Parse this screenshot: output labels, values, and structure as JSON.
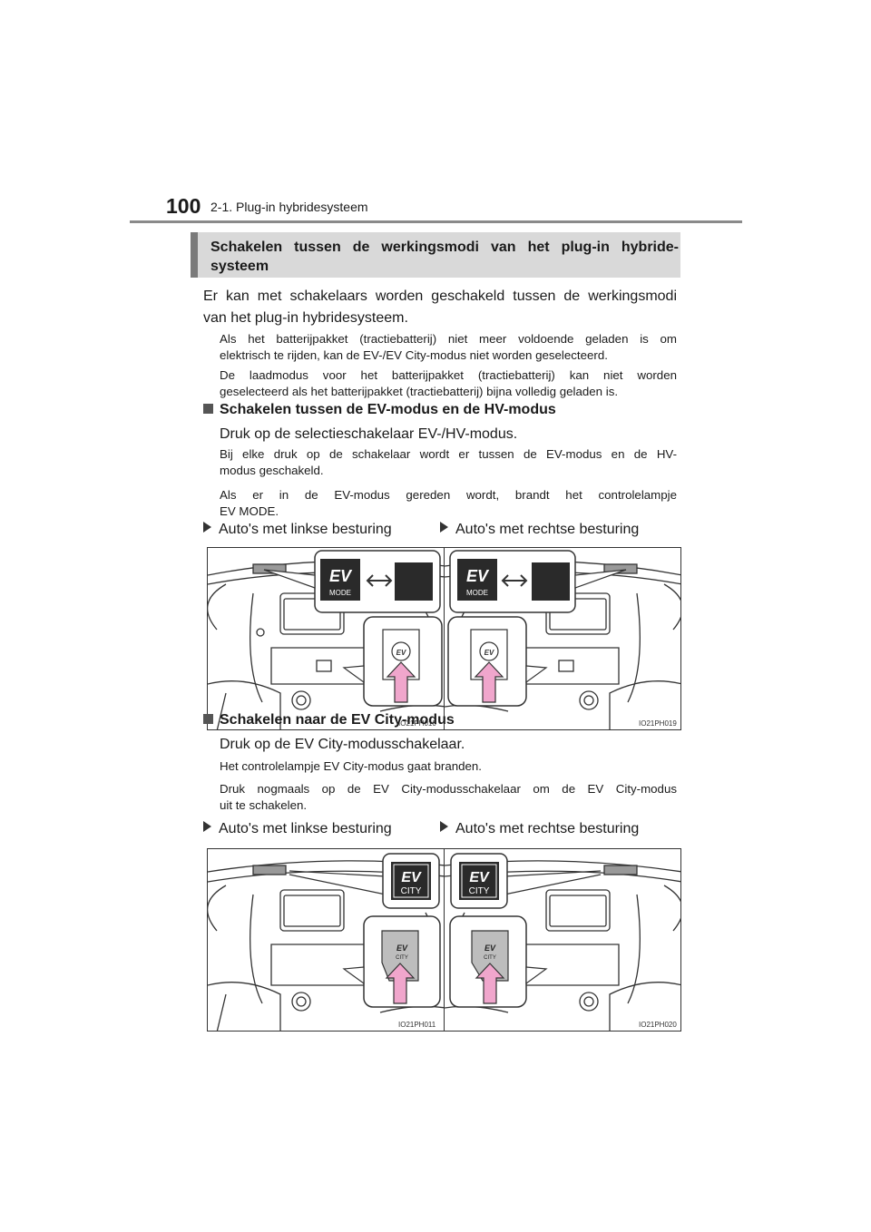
{
  "header": {
    "page_number": "100",
    "chapter": "2-1. Plug-in hybridesysteem"
  },
  "section": {
    "title_line1": "Schakelen tussen de werkingsmodi van het plug-in hybride-",
    "title_line2": "systeem"
  },
  "intro": {
    "line1": "Er kan met schakelaars worden geschakeld tussen de werkingsmodi",
    "line2": "van het plug-in hybridesysteem."
  },
  "notes": {
    "n1_line1": "Als het batterijpakket (tractiebatterij) niet meer voldoende geladen is om",
    "n1_line2": "elektrisch te rijden, kan de EV-/EV City-modus niet worden geselecteerd.",
    "n2_line1": "De laadmodus voor het batterijpakket (tractiebatterij) kan niet worden",
    "n2_line2": "geselecteerd als het batterijpakket (tractiebatterij) bijna volledig geladen is."
  },
  "ev_hv": {
    "heading": "Schakelen tussen de EV-modus en de HV-modus",
    "instruction": "Druk op de selectieschakelaar EV-/HV-modus.",
    "note1_line1": "Bij elke druk op de schakelaar wordt er tussen de EV-modus en de HV-",
    "note1_line2": "modus geschakeld.",
    "note2_line1": "Als er in de EV-modus gereden wordt, brandt het controlelampje",
    "note2_line2": "EV MODE.",
    "caption_left": "Auto's met linkse besturing",
    "caption_right": "Auto's met rechtse besturing",
    "fig_left_code": "IO21PH010",
    "fig_right_code": "IO21PH019",
    "indicator_ev": "EV",
    "indicator_mode": "MODE"
  },
  "ev_city": {
    "heading": "Schakelen naar de EV City-modus",
    "instruction": "Druk op de EV City-modusschakelaar.",
    "note1": "Het controlelampje EV City-modus gaat branden.",
    "note2_line1": "Druk nogmaals op de EV City-modusschakelaar om de EV City-modus",
    "note2_line2": "uit te schakelen.",
    "caption_left": "Auto's met linkse besturing",
    "caption_right": "Auto's met rechtse besturing",
    "fig_left_code": "IO21PH011",
    "fig_right_code": "IO21PH020",
    "indicator_ev": "EV",
    "indicator_city": "CITY"
  },
  "colors": {
    "arrow_fill": "#f0a6cc",
    "indicator_dark": "#2a2a2a",
    "section_bg": "#d9d9d9"
  }
}
